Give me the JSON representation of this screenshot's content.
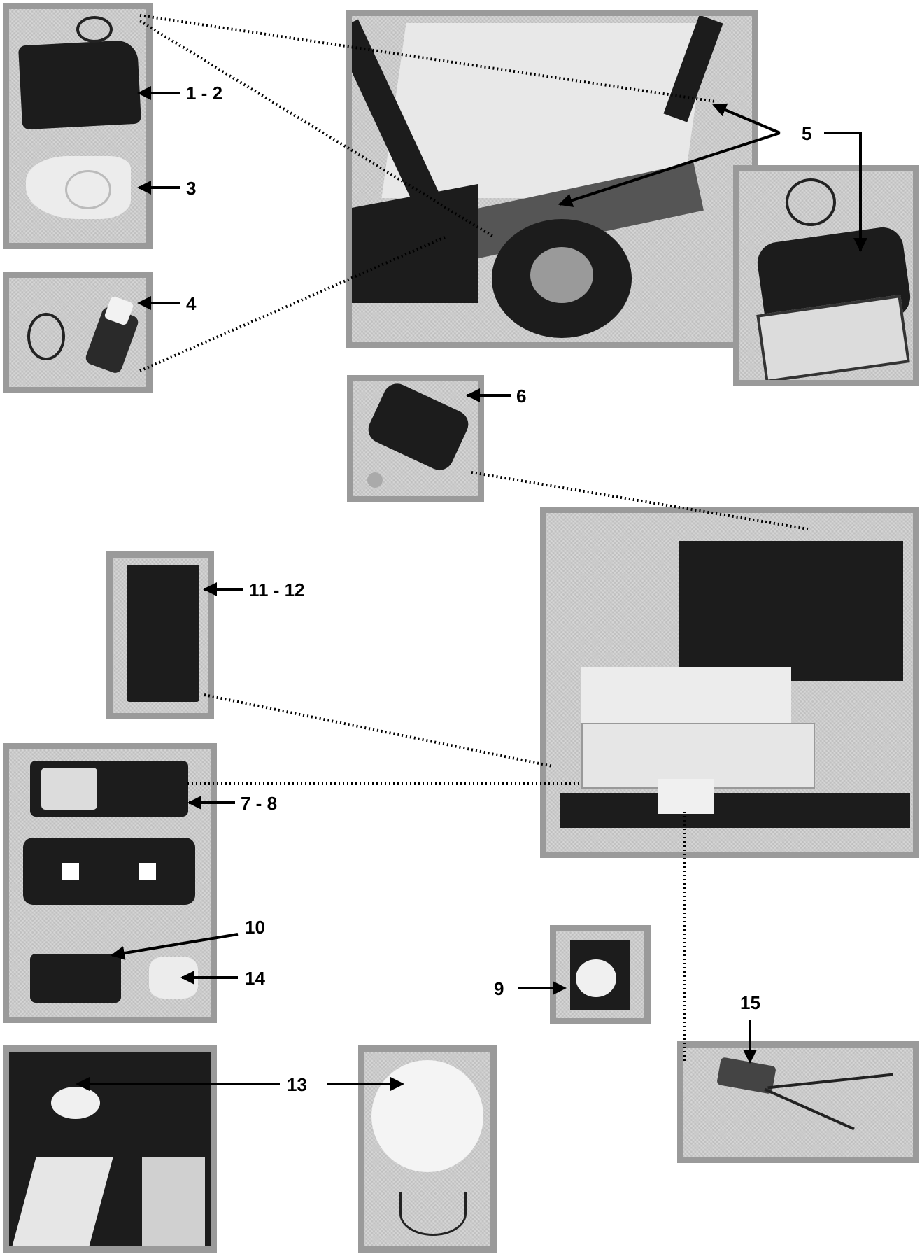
{
  "callouts": {
    "c1": "1 - 2",
    "c3": "3",
    "c4": "4",
    "c5": "5",
    "c6": "6",
    "c11": "11 - 12",
    "c7": "7 - 8",
    "c10": "10",
    "c14": "14",
    "c9": "9",
    "c15": "15",
    "c13": "13"
  },
  "colors": {
    "frame": "#9a9a9a",
    "photo_bg": "#d6d6d6",
    "dark_part": "#1c1c1c",
    "light_part": "#ececec",
    "ink": "#000000"
  }
}
